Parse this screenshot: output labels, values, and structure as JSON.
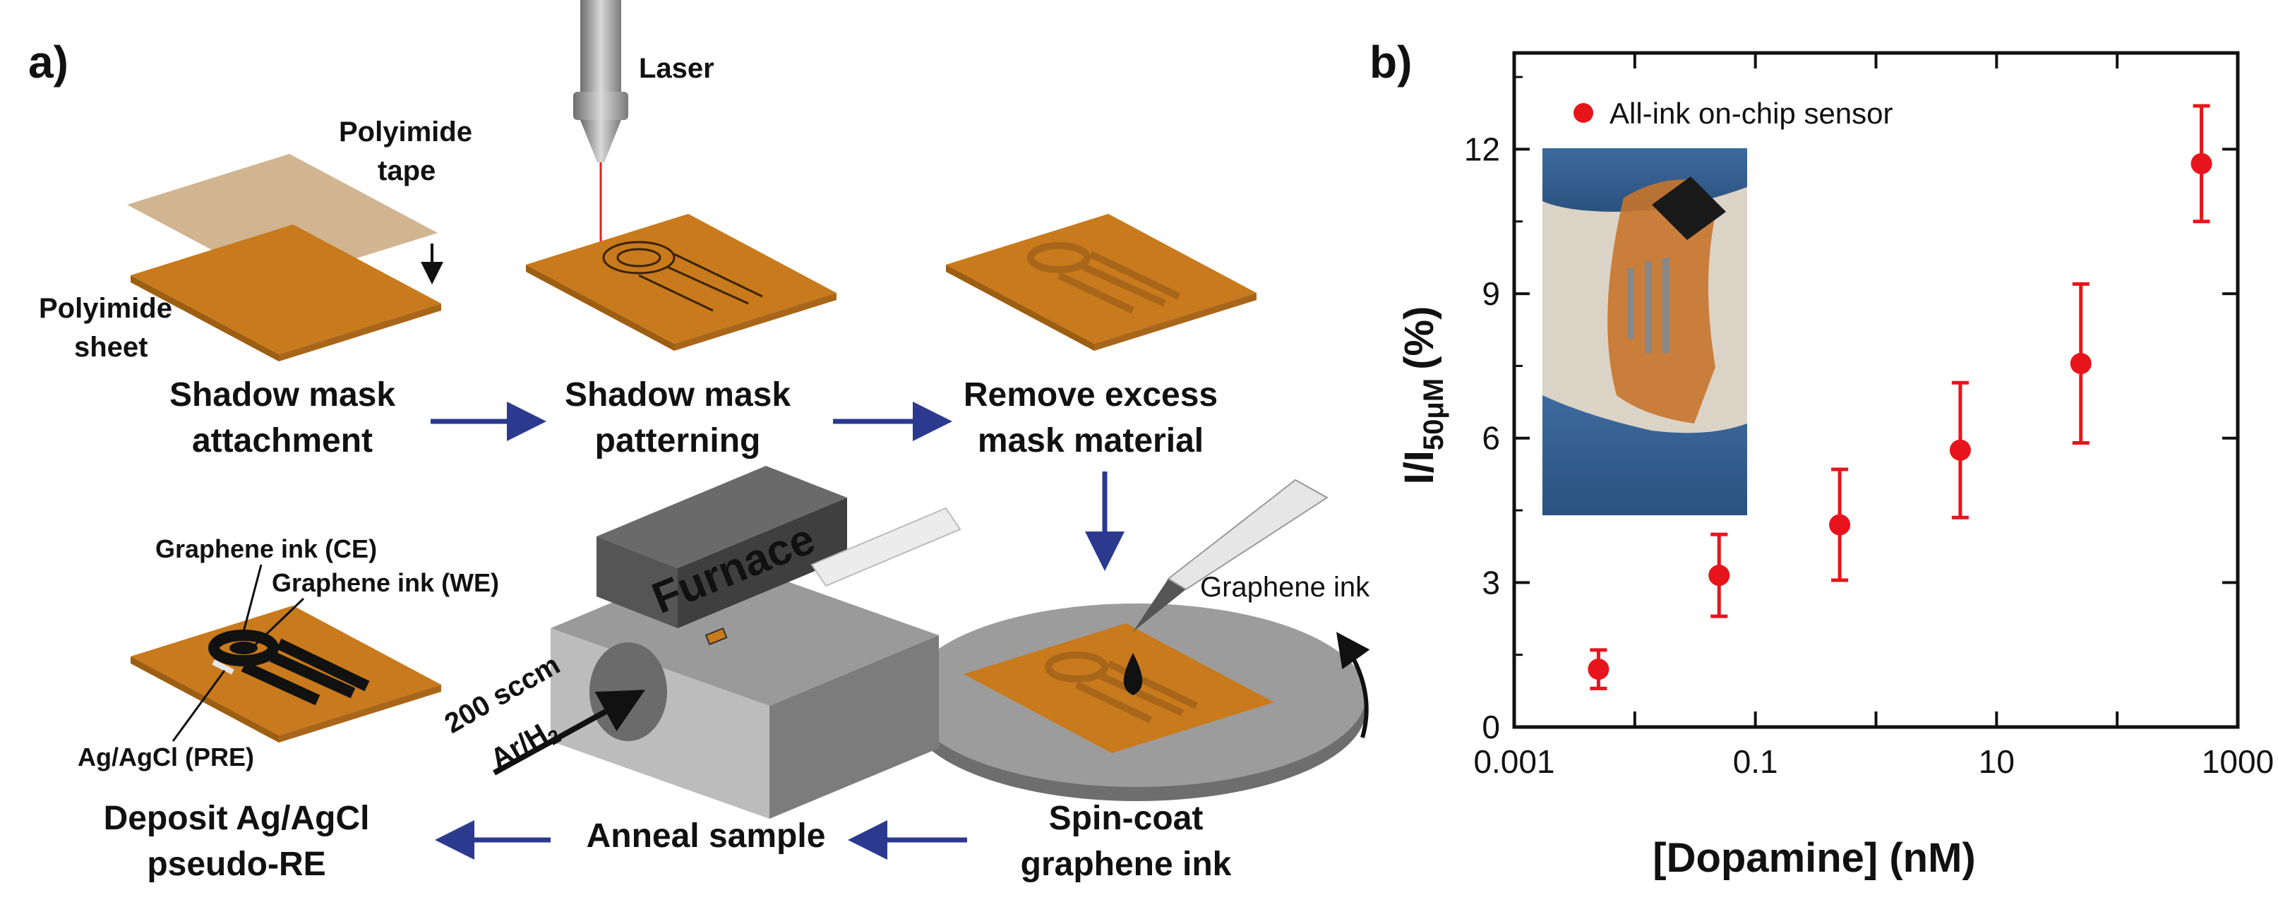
{
  "panel_a": {
    "panel_label": "a)",
    "laser_label": "Laser",
    "tape_label_1": "Polyimide",
    "tape_label_2": "tape",
    "sheet_label_1": "Polyimide",
    "sheet_label_2": "sheet",
    "steps": {
      "step1_line1": "Shadow mask",
      "step1_line2": "attachment",
      "step2_line1": "Shadow mask",
      "step2_line2": "patterning",
      "step3_line1": "Remove excess",
      "step3_line2": "mask material",
      "step4_line1": "Spin-coat",
      "step4_line2": "graphene ink",
      "step5": "Anneal sample",
      "step6_line1": "Deposit Ag/AgCl",
      "step6_line2": "pseudo-RE"
    },
    "graphene_ink_ce": "Graphene ink (CE)",
    "graphene_ink_we": "Graphene ink (WE)",
    "agagcl_pre": "Ag/AgCl (PRE)",
    "furnace_label": "Furnace",
    "flow_line1": "200 sccm",
    "flow_line2": "Ar/H",
    "flow_sub": "2",
    "graphene_ink_label": "Graphene ink",
    "colors": {
      "polyimide": "#c87a1c",
      "polyimide_top": "#d58d2c",
      "tape": "#c9a77d",
      "arrow": "#2b3a8f",
      "furnace": "#8a8a8a",
      "laser_beam": "#e02020"
    }
  },
  "panel_b": {
    "panel_label": "b)",
    "legend_label": "All-ink on-chip sensor",
    "marker_color": "#e8141c"
  },
  "chart_data": {
    "type": "scatter",
    "x_scale": "log",
    "xlabel": "[Dopamine] (nM)",
    "ylabel_main": "I/I",
    "ylabel_sub": "50μM",
    "ylabel_unit": "(%)",
    "xlim": [
      0.001,
      1000
    ],
    "ylim": [
      0,
      14
    ],
    "x_ticks": [
      0.001,
      0.1,
      10,
      1000
    ],
    "x_tick_labels": [
      "0.001",
      "0.1",
      "10",
      "1000"
    ],
    "y_ticks": [
      0,
      3,
      6,
      9,
      12
    ],
    "y_tick_labels": [
      "0",
      "3",
      "6",
      "9",
      "12"
    ],
    "legend_position": "top-left",
    "grid": false,
    "series": [
      {
        "name": "All-ink on-chip sensor",
        "x": [
          0.005,
          0.05,
          0.5,
          5,
          50,
          500
        ],
        "y": [
          1.2,
          3.15,
          4.2,
          5.75,
          7.55,
          11.7
        ],
        "err": [
          0.4,
          0.85,
          1.15,
          1.4,
          1.65,
          1.2
        ]
      }
    ]
  }
}
